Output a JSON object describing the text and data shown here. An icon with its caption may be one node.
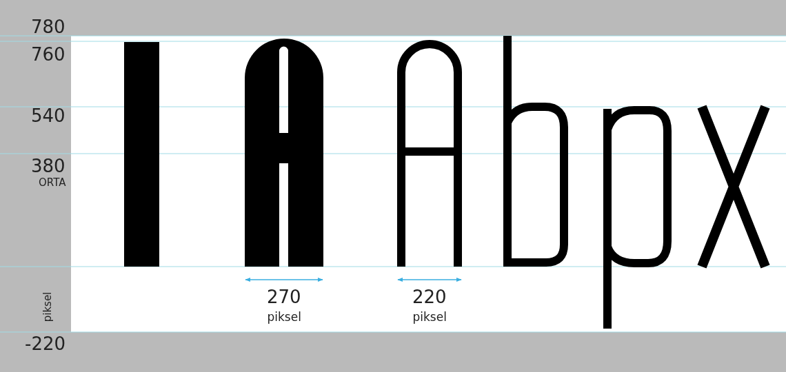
{
  "diagram": {
    "labels": [
      "780",
      "760",
      "540",
      "380",
      "ORTA",
      "piksel",
      "-220",
      "270",
      "piksel",
      "220",
      "piksel"
    ]
  }
}
